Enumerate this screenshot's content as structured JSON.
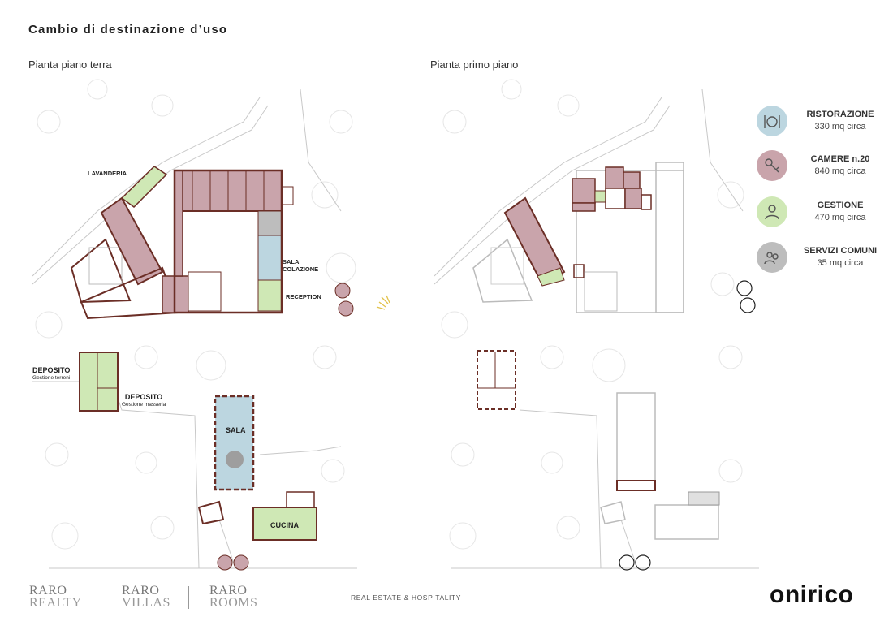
{
  "header": {
    "title": "Cambio di destinazione d’uso",
    "left_plan_title": "Pianta piano terra",
    "right_plan_title": "Pianta primo piano"
  },
  "labels": {
    "lavanderia": "LAVANDERIA",
    "sala_colazione_1": "SALA",
    "sala_colazione_2": "COLAZIONE",
    "reception": "RECEPTION",
    "deposito_1": "DEPOSITO",
    "deposito_1_sub": "Gestione terreni",
    "deposito_2": "DEPOSITO",
    "deposito_2_sub": "Gestione masseria",
    "sala": "SALA",
    "cucina": "CUCINA"
  },
  "legend": [
    {
      "title": "RISTORAZIONE",
      "subtitle": "330 mq circa",
      "color": "#bcd6e0",
      "icon": "cutlery-icon"
    },
    {
      "title": "CAMERE n.20",
      "subtitle": "840 mq circa",
      "color": "#c9a4ab",
      "icon": "keys-icon"
    },
    {
      "title": "GESTIONE",
      "subtitle": "470 mq circa",
      "color": "#cfe8b5",
      "icon": "person-icon"
    },
    {
      "title": "SERVIZI COMUNI",
      "subtitle": "35 mq circa",
      "color": "#bdbdbd",
      "icon": "group-icon"
    }
  ],
  "colors": {
    "wall": "#6b2e26",
    "camere": "#c9a4ab",
    "ristorazione": "#bcd6e0",
    "gestione": "#cfe8b5",
    "servizi": "#bdbdbd"
  },
  "footer": {
    "logo1_line1": "RARO",
    "logo1_line2": "REALTY",
    "logo2_line1": "RARO",
    "logo2_line2": "VILLAS",
    "logo3_line1": "RARO",
    "logo3_line2": "ROOMS",
    "tagline": "REAL ESTATE & HOSPITALITY",
    "brand": "onirico"
  }
}
